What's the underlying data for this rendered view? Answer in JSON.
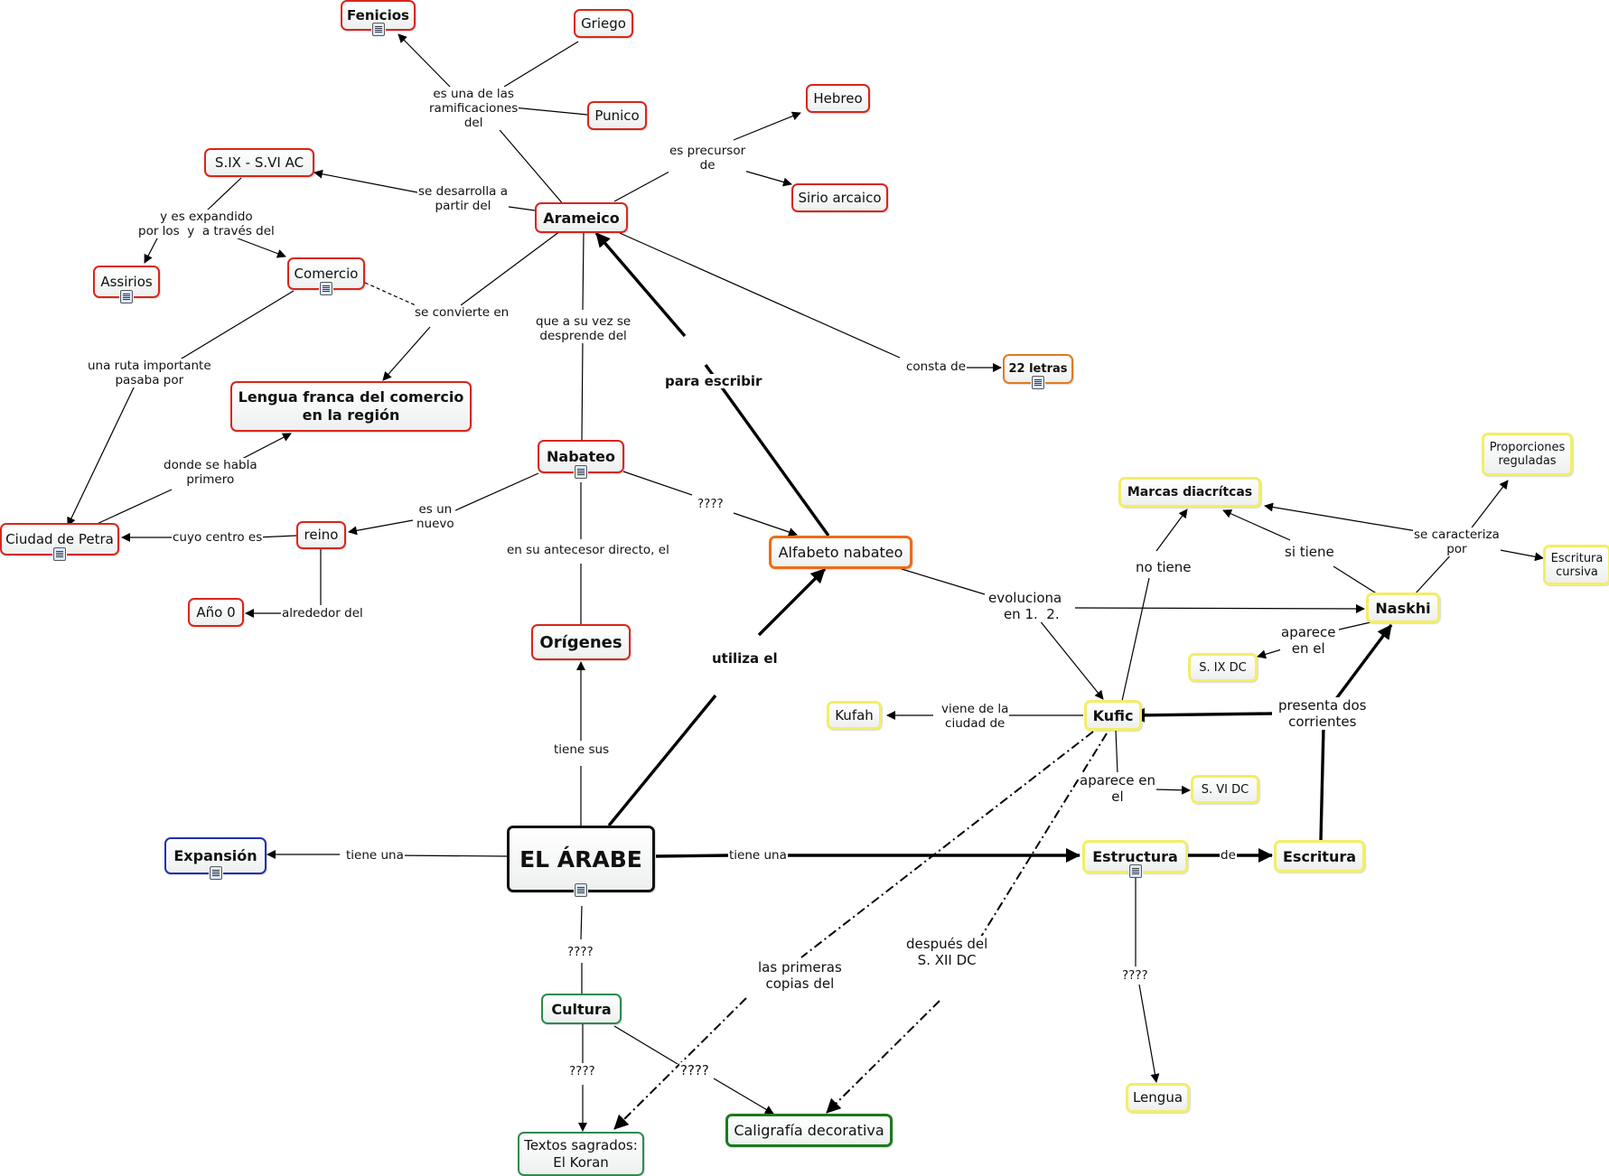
{
  "nodes": {
    "fenicios": "Fenicios",
    "griego": "Griego",
    "punico": "Punico",
    "hebreo": "Hebreo",
    "sirio": "Sirio arcaico",
    "six": "S.IX - S.VI AC",
    "arameico": "Arameico",
    "asirios": "Assirios",
    "comercio": "Comercio",
    "lengua_franca": "Lengua franca del comercio\nen la región",
    "letras22": "22 letras",
    "nabateo": "Nabateo",
    "petra": "Ciudad de Petra",
    "reino": "reino",
    "ano0": "Año 0",
    "alfabeto": "Alfabeto nabateo",
    "origenes": "Orígenes",
    "proporciones": "Proporciones\nreguladas",
    "marcas": "Marcas diacrítcas",
    "escritura_cursiva": "Escritura\ncursiva",
    "naskhi": "Naskhi",
    "six_dc": "S. IX DC",
    "kufah": "Kufah",
    "kufic": "Kufic",
    "svi_dc": "S. VI DC",
    "expansion": "Expansión",
    "arabe": "EL ÁRABE",
    "estructura": "Estructura",
    "escritura": "Escritura",
    "cultura": "Cultura",
    "lengua": "Lengua",
    "textos": "Textos sagrados:\nEl Koran",
    "caligrafia": "Caligrafía decorativa"
  },
  "labels": {
    "ramificaciones": "es una de las\nramificaciones\ndel",
    "precursor": "es precursor\nde",
    "desarrolla": "se desarrolla a\npartir del",
    "expandido": "y es expandido\npor los  y  a través del",
    "convierte": "se convierte en",
    "ruta": "una ruta importante\npasaba por",
    "desprende": "que a su vez se\ndesprende del",
    "para_escribir": "para escribir",
    "consta": "consta de",
    "donde": "donde se habla\nprimero",
    "es_un_nuevo": "es un\nnuevo",
    "q1": "????",
    "cuyo": "cuyo centro es",
    "alrededor": "alrededor del",
    "antecesor": "en su antecesor directo, el",
    "utiliza": "utiliza el",
    "tiene_sus": "tiene sus",
    "tiene_una_left": "tiene una",
    "tiene_una_right": "tiene una",
    "evoluciona": "evoluciona\n   en 1.  2.",
    "no_tiene": "no tiene",
    "si_tiene": "si tiene",
    "caracteriza": "se caracteriza\npor",
    "aparece_naskhi": "aparece\nen el",
    "viene": "viene de la\nciudad de",
    "presenta": "presenta dos\ncorrientes",
    "aparece_kufic": "aparece en\nel",
    "de": "de",
    "q_cultura": "????",
    "q_textos": "????",
    "q_caligrafia": "????",
    "q_lengua": "????",
    "primeras": "las primeras\ncopias del",
    "despues": "después del\nS. XII DC"
  }
}
